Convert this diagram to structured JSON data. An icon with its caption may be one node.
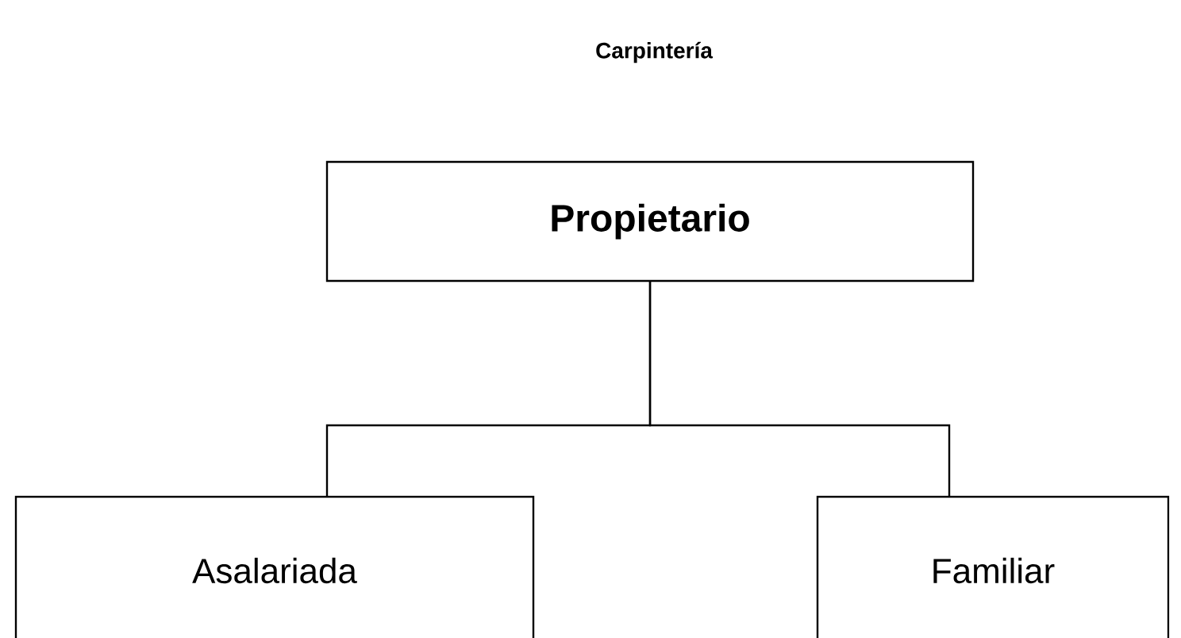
{
  "diagram": {
    "title": "Carpintería",
    "nodes": [
      {
        "text": [
          "Propietario"
        ]
      },
      {
        "text": [
          "Asalariada"
        ]
      },
      {
        "text": [
          "Familiar"
        ]
      }
    ],
    "edges": [
      {
        "from": 0,
        "to": 1,
        "arrow": "none"
      },
      {
        "from": 0,
        "to": 2,
        "arrow": "none"
      }
    ]
  }
}
